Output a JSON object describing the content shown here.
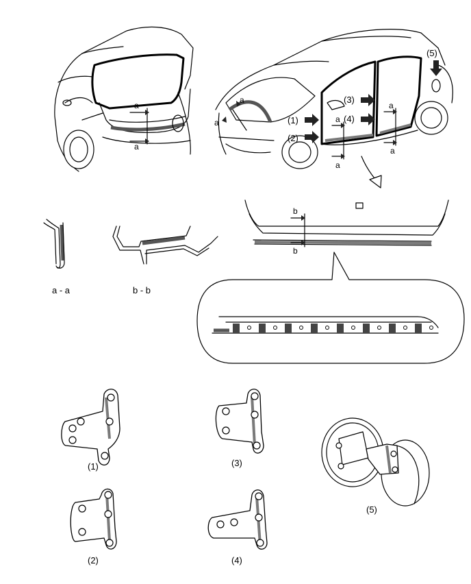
{
  "section_labels": {
    "a_a": "a - a",
    "b_b": "b - b"
  },
  "cut_markers": {
    "a": "a",
    "b": "b"
  },
  "callouts": {
    "c1": "(1)",
    "c2": "(2)",
    "c3": "(3)",
    "c4": "(4)",
    "c5": "(5)"
  },
  "part_captions": {
    "p1": "(1)",
    "p2": "(2)",
    "p3": "(3)",
    "p4": "(4)",
    "p5": "(5)"
  },
  "colors": {
    "line": "#000000",
    "sealer": "#555555",
    "background": "#ffffff"
  },
  "icons": [
    "arrow-right-icon",
    "arrow-down-icon",
    "bolt-icon"
  ]
}
